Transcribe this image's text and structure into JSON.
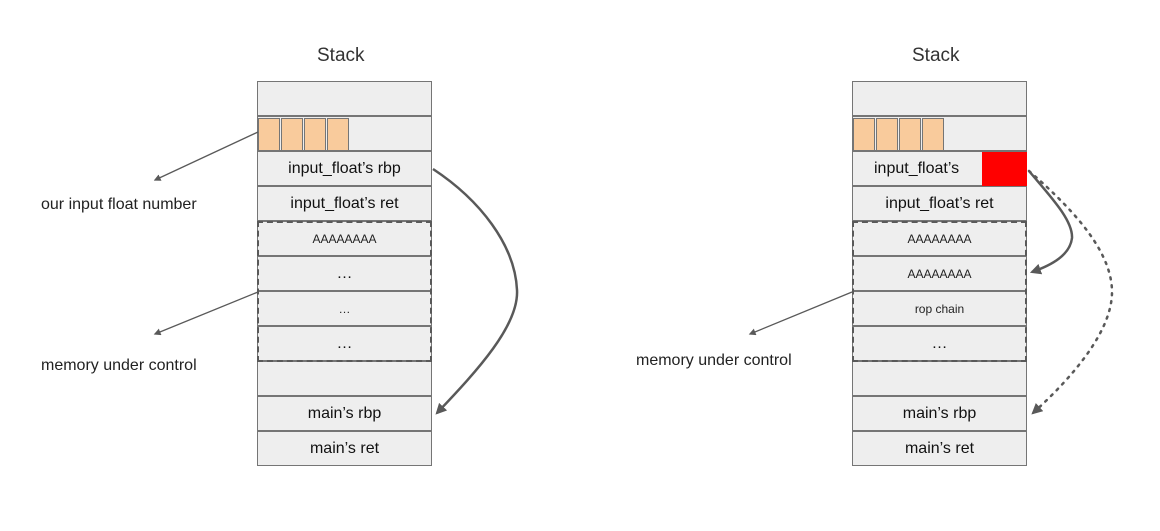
{
  "left": {
    "title": "Stack",
    "cells": [
      "",
      "",
      "input_float’s rbp",
      "input_float’s ret",
      "AAAAAAAA",
      "…",
      "…",
      "…",
      "",
      "main’s rbp",
      "main’s ret"
    ],
    "labels": {
      "input": "our input float number",
      "memory": "memory under control"
    }
  },
  "right": {
    "title": "Stack",
    "cells": [
      "",
      "",
      "input_float’s",
      "input_float’s ret",
      "AAAAAAAA",
      "AAAAAAAA",
      "rop chain",
      "…",
      "",
      "main’s rbp",
      "main’s ret"
    ],
    "labels": {
      "memory": "memory under control"
    }
  },
  "colors": {
    "input_bytes": "#f9cb9c",
    "overwritten": "#ff0000",
    "cell_fill": "#eeeeee",
    "arrow": "#595959"
  }
}
